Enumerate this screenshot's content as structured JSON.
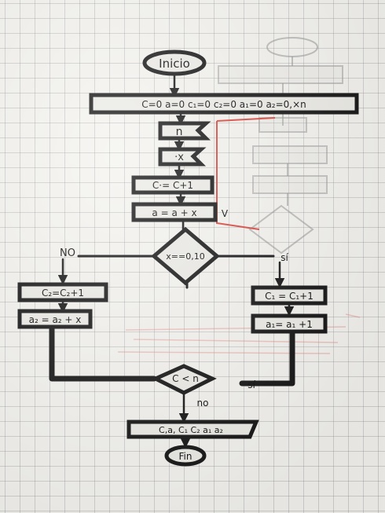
{
  "diagram": {
    "nodes": {
      "start": "Inicio",
      "init": "C=0  a=0  c₁=0  c₂=0   a₁=0   a₂=0,×n",
      "read_n": "n",
      "read_x": "·x",
      "inc_c": "C·=   C+1",
      "acc_a": "a =  a + x",
      "dec_x": "x==0,10",
      "left_inc": "C₂=C₂+1",
      "left_acc": "a₂ = a₂ + x",
      "right_inc": "C₁ = C₁+1",
      "right_acc": "a₁= a₁ +1",
      "dec_loop": "C < n",
      "output": "C,a, C₁  C₂  a₁  a₂",
      "end": "Fin"
    },
    "edges": {
      "no_left": "NO",
      "si_right": "sí",
      "v_mark": "V",
      "si_loop": "sí",
      "no_down": "no"
    }
  }
}
